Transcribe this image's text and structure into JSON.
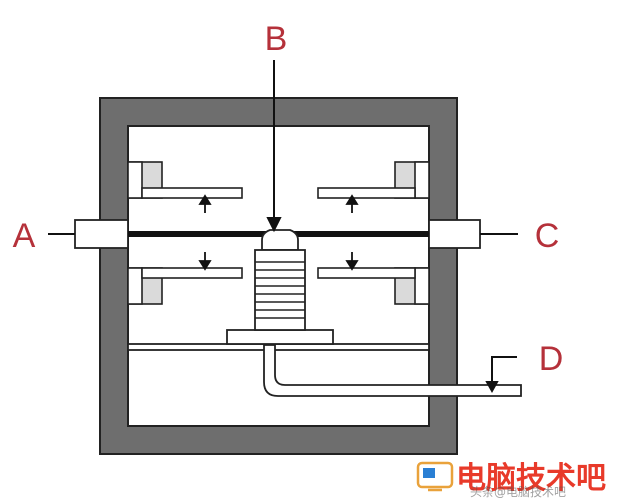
{
  "diagram": {
    "labels": {
      "a": "A",
      "b": "B",
      "c": "C",
      "d": "D"
    }
  },
  "watermark": {
    "text": "电脑技术吧",
    "sub": "头条@电脑技术吧",
    "color": "#e83a2a"
  },
  "colors": {
    "housing": "#6e6e6e",
    "label": "#b5313a",
    "bracket": "#dadada",
    "diaphragm": "#111111"
  }
}
